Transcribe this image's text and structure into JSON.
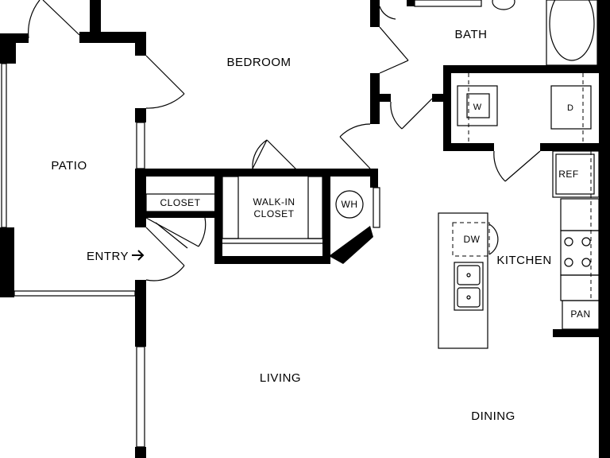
{
  "rooms": {
    "bath": "BATH",
    "bedroom": "BEDROOM",
    "patio": "PATIO",
    "closet": "CLOSET",
    "walkin_line1": "WALK-IN",
    "walkin_line2": "CLOSET",
    "entry": "ENTRY",
    "kitchen": "KITCHEN",
    "living": "LIVING",
    "dining": "DINING"
  },
  "fixtures": {
    "washer": "W",
    "dryer": "D",
    "water_heater": "WH",
    "refrigerator": "REF",
    "dishwasher": "DW",
    "pantry": "PAN"
  },
  "icons": {
    "entry_arrow": "entry-arrow-icon"
  }
}
